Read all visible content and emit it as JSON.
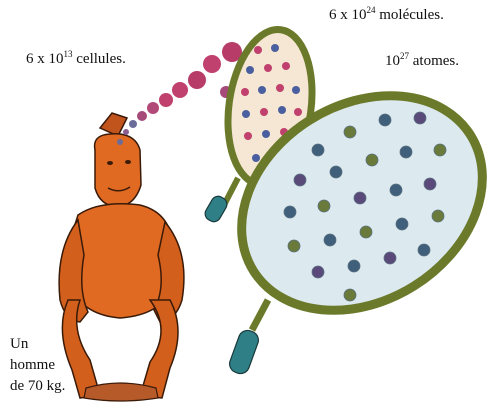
{
  "labels": {
    "molecules": {
      "prefix": "6 x 10",
      "exponent": "24",
      "suffix": " molécules."
    },
    "cells": {
      "prefix": "6 x 10",
      "exponent": "13",
      "suffix": " cellules."
    },
    "atoms": {
      "prefix": "10",
      "exponent": "27",
      "suffix": " atomes."
    },
    "human": {
      "line1": "Un",
      "line2": "homme",
      "line3": "de 70 kg."
    }
  },
  "colors": {
    "skin": "#e06a22",
    "skin_dark": "#a9420f",
    "cell": "#c0406e",
    "lens_rim": "#6b7a2a",
    "lens_glass_small": "#f6e7d4",
    "lens_glass_large": "#dce9ef",
    "handle": "#2f7f86"
  }
}
